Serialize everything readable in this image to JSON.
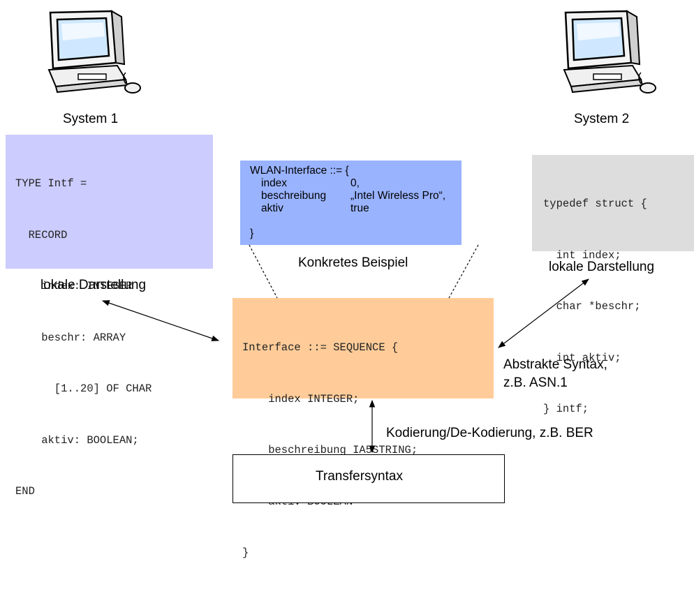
{
  "systems": [
    {
      "label": "System 1"
    },
    {
      "label": "System 2"
    }
  ],
  "pascal_code": [
    "TYPE Intf =",
    "  RECORD",
    "    index: INTEGER",
    "    beschr: ARRAY",
    "      [1..20] OF CHAR",
    "    aktiv: BOOLEAN;",
    "END"
  ],
  "c_code": [
    "typedef struct {",
    "  int index;",
    "  char *beschr;",
    "  int aktiv;",
    "} intf;"
  ],
  "wlan_example": {
    "header": "WLAN-Interface ::= {",
    "rows": [
      {
        "field": "index",
        "value": "0,"
      },
      {
        "field": "beschreibung",
        "value": "„Intel Wireless Pro“,"
      },
      {
        "field": "aktiv",
        "value": "true"
      }
    ],
    "footer": "}"
  },
  "asn1_code": [
    "Interface ::= SEQUENCE {",
    "    index INTEGER;",
    "    beschreibung IA5STRING;",
    "    aktiv BOOLEAN",
    "}"
  ],
  "labels": {
    "local_left": "lokale Darstellung",
    "local_right": "lokale Darstellung",
    "concrete_example": "Konkretes Beispiel",
    "abstract_syntax_line1": "Abstrakte Syntax,",
    "abstract_syntax_line2": "z.B. ASN.1",
    "encoding": "Kodierung/De-Kodierung, z.B. BER",
    "transfer_syntax": "Transfersyntax"
  },
  "colors": {
    "pascal_box": "#ccccff",
    "wlan_box": "#99b3ff",
    "c_box": "#dddddd",
    "asn1_box": "#ffcc99"
  }
}
